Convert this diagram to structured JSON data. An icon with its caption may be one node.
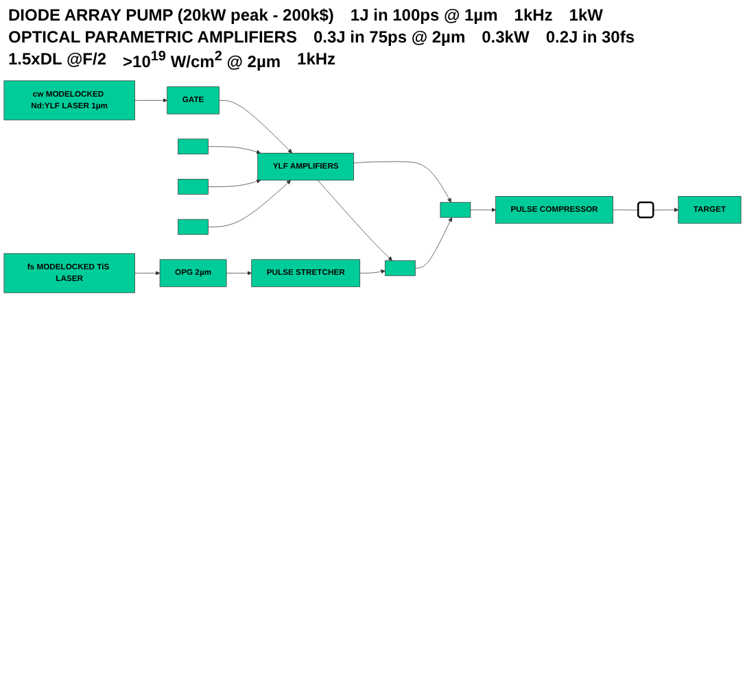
{
  "diagram": {
    "nodes": [
      {
        "text": [],
        "shape": "box"
      },
      {
        "text": [],
        "shape": "box"
      },
      {
        "text": [],
        "shape": "box"
      },
      {
        "text": [
          "cw MODELOCKED Nd:YLF LASER 1µm"
        ]
      },
      {
        "text": [
          "GATE"
        ]
      },
      {
        "text": [
          "YLF AMPLIFIERS"
        ]
      },
      {
        "text": [
          "OPG 2µm"
        ]
      },
      {
        "text": [
          "PULSE STRETCHER"
        ]
      },
      {
        "text": [],
        "shape": "box"
      },
      {
        "text": [],
        "shape": "box"
      },
      {
        "text": [
          "fs MODELOCKED TiS LASER"
        ]
      },
      {
        "text": [
          "PULSE COMPRESSOR"
        ]
      },
      {
        "text": [
          "TARGET"
        ]
      },
      {
        "text": [],
        "shape": "mirror"
      }
    ],
    "edges": [
      {
        "from": 3,
        "to": 4,
        "arrow": "to"
      },
      {
        "from": 4,
        "to": 5,
        "arrow": "to"
      },
      {
        "from": 0,
        "to": 5,
        "arrow": "to"
      },
      {
        "from": 1,
        "to": 5,
        "arrow": "to"
      },
      {
        "from": 2,
        "to": 5,
        "arrow": "to"
      },
      {
        "from": 5,
        "to": 8,
        "arrow": "to"
      },
      {
        "from": 5,
        "to": 9,
        "arrow": "to"
      },
      {
        "from": 10,
        "to": 6,
        "arrow": "to"
      },
      {
        "from": 6,
        "to": 7,
        "arrow": "to"
      },
      {
        "from": 7,
        "to": 8,
        "arrow": "to"
      },
      {
        "from": 8,
        "to": 9,
        "arrow": "to"
      },
      {
        "from": 9,
        "to": 11,
        "arrow": "to"
      },
      {
        "from": 11,
        "to": 13,
        "arrow": "none"
      },
      {
        "from": 13,
        "to": 12,
        "arrow": "to"
      }
    ],
    "labels": [
      "DIODE ARRAY PUMP (20kW peak - 200k$)",
      "1J in 100ps @ 1µm",
      "1kHz",
      "1kW",
      "OPTICAL PARAMETRIC AMPLIFIERS",
      "0.3J in 75ps @ 2µm",
      "0.3kW",
      "0.2J in 30fs",
      "1.5xDL @F/2",
      ">10$^{19}$ W/cm$^{2}$ @ 2µm",
      "1kHz"
    ]
  }
}
